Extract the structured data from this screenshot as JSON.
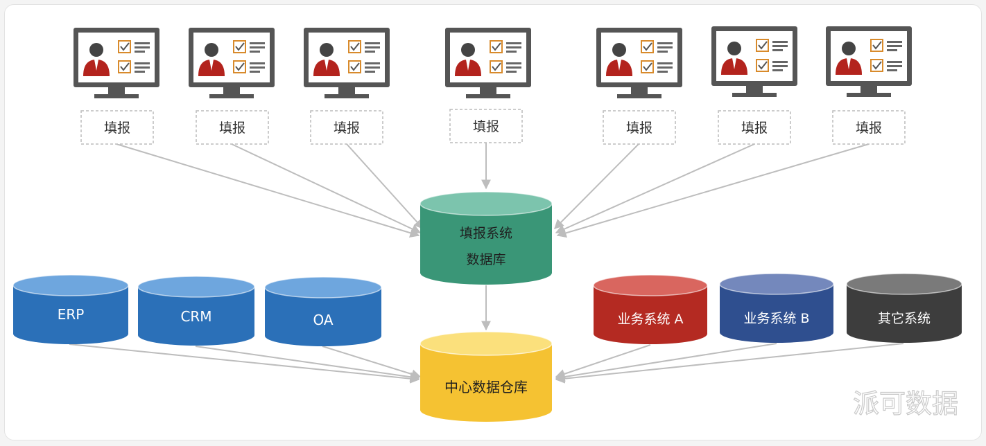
{
  "reporters": [
    {
      "label": "填报"
    },
    {
      "label": "填报"
    },
    {
      "label": "填报"
    },
    {
      "label": "填报"
    },
    {
      "label": "填报"
    },
    {
      "label": "填报"
    },
    {
      "label": "填报"
    }
  ],
  "report_db": {
    "line1": "填报系统",
    "line2": "数据库",
    "color": "#3a9677"
  },
  "sources_left": [
    {
      "label": "ERP",
      "color": "#2b70b8"
    },
    {
      "label": "CRM",
      "color": "#2b70b8"
    },
    {
      "label": "OA",
      "color": "#2b70b8"
    }
  ],
  "sources_right": [
    {
      "label": "业务系统 A",
      "color": "#b42a22"
    },
    {
      "label": "业务系统 B",
      "color": "#2f4f8f"
    },
    {
      "label": "其它系统",
      "color": "#3d3d3d"
    }
  ],
  "warehouse": {
    "label": "中心数据仓库",
    "color": "#f5c232"
  },
  "watermark": "派可数据",
  "colors": {
    "arrow": "#bdbdbd",
    "monitor": "#555555",
    "person": "#b3231d",
    "check": "#d88a2b"
  }
}
